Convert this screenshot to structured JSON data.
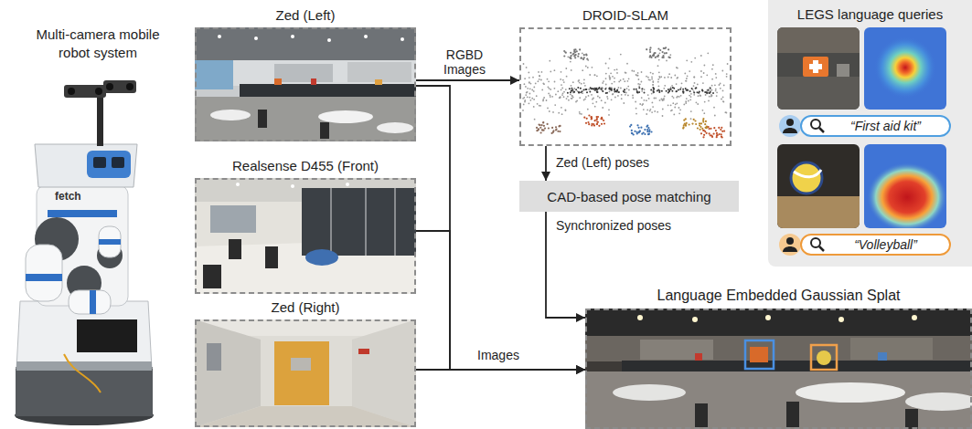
{
  "diagram": {
    "nodes": [
      {
        "text": [
          "Zed (Left)"
        ]
      },
      {
        "text": [
          "Realsense D455 (Front)"
        ]
      },
      {
        "text": [
          "Zed (Right)"
        ]
      },
      {
        "text": [
          "DROID-SLAM"
        ]
      },
      {
        "text": [
          "CAD-based pose matching"
        ]
      },
      {
        "text": [
          "LEGS language queries"
        ]
      },
      {
        "text": [
          "“First aid kit”"
        ],
        "in": 5
      },
      {
        "text": [
          "“Volleyball”"
        ],
        "in": 5
      },
      {
        "text": [
          "Language Embedded Gaussian Splat"
        ]
      }
    ],
    "edges": [
      {
        "from": 0,
        "to": 3,
        "arrow": "to",
        "label": "RGBD Images"
      },
      {
        "from": 3,
        "to": 4,
        "arrow": "to",
        "label": "Zed (Left) poses"
      },
      {
        "from": 4,
        "to": 8,
        "arrow": "to",
        "label": "Synchronized poses"
      },
      {
        "from": 0,
        "to": 8,
        "arrow": "to"
      },
      {
        "from": 1,
        "to": 8,
        "arrow": "to"
      },
      {
        "from": 2,
        "to": 8,
        "arrow": "to",
        "label": "Images"
      }
    ],
    "labels": [
      "Multi-camera mobile robot system",
      "fetch"
    ]
  }
}
